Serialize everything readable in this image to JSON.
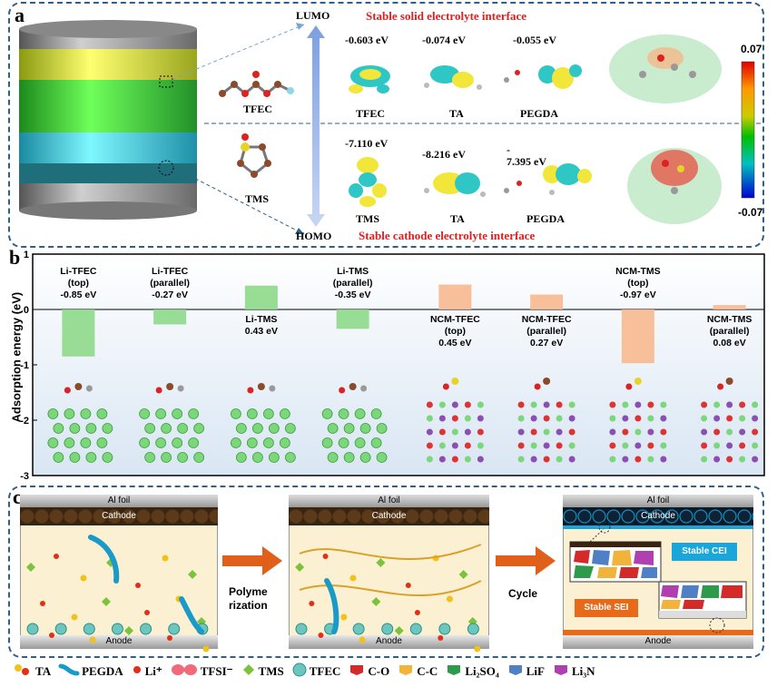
{
  "panel_a": {
    "label": "a",
    "lumo": "LUMO",
    "homo": "HOMO",
    "sei_title": "Stable solid electrolyte interface",
    "cei_title": "Stable cathode electrolyte interface",
    "mol_tfec": "TFEC",
    "mol_tms": "TMS",
    "lumo_items": [
      {
        "energy": "-0.603 eV",
        "name": "TFEC"
      },
      {
        "energy": "-0.074 eV",
        "name": "TA"
      },
      {
        "energy": "-0.055 eV",
        "name": "PEGDA"
      }
    ],
    "homo_items": [
      {
        "energy": "-7.110 eV",
        "name": "TMS"
      },
      {
        "energy": "-8.216 eV",
        "name": "TA"
      },
      {
        "energy_line1": "-",
        "energy_line2": "7.395 eV",
        "name": "PEGDA"
      }
    ],
    "colorbar_max": "0.07",
    "colorbar_min": "-0.07"
  },
  "panel_b": {
    "label": "b",
    "chart_data": {
      "type": "bar",
      "ylabel": "Adsorption energy (eV)",
      "ylim": [
        -3,
        1
      ],
      "yticks": [
        "1",
        "0",
        "-1",
        "-2",
        "-3"
      ],
      "bars": [
        {
          "line1": "Li-TFEC",
          "line2": "(top)",
          "value_label": "-0.85 eV",
          "value": -0.85,
          "color": "#8ed98a"
        },
        {
          "line1": "Li-TFEC",
          "line2": "(parallel)",
          "value_label": "-0.27 eV",
          "value": -0.27,
          "color": "#8ed98a"
        },
        {
          "line1": "Li-TMS",
          "line2": "",
          "value_label": "0.43 eV",
          "value": 0.43,
          "color": "#8ed98a"
        },
        {
          "line1": "Li-TMS",
          "line2": "(parallel)",
          "value_label": "-0.35 eV",
          "value": -0.35,
          "color": "#8ed98a"
        },
        {
          "line1": "NCM-TFEC",
          "line2": "(top)",
          "value_label": "0.45 eV",
          "value": 0.45,
          "color": "#f7b98f"
        },
        {
          "line1": "NCM-TFEC",
          "line2": "(parallel)",
          "value_label": "0.27 eV",
          "value": 0.27,
          "color": "#f7b98f"
        },
        {
          "line1": "NCM-TMS",
          "line2": "(top)",
          "value_label": "-0.97 eV",
          "value": -0.97,
          "color": "#f7b98f"
        },
        {
          "line1": "NCM-TMS",
          "line2": "(parallel)",
          "value_label": "0.08 eV",
          "value": 0.08,
          "color": "#f7b98f"
        }
      ]
    }
  },
  "panel_c": {
    "label": "c",
    "al_foil": "Al foil",
    "cathode": "Cathode",
    "anode": "Anode",
    "arrow1": "Polyme\nrization",
    "arrow2": "Cycle",
    "cei": "Stable CEI",
    "sei": "Stable SEI"
  },
  "legend": [
    {
      "name": "TA",
      "icon": "ta-icon"
    },
    {
      "name": "PEGDA",
      "icon": "pegda-icon"
    },
    {
      "name": "Li⁺",
      "icon": "li-ion-icon"
    },
    {
      "name": "TFSI⁻",
      "icon": "tfsi-icon"
    },
    {
      "name": "TMS",
      "icon": "tms-icon"
    },
    {
      "name": "TFEC",
      "icon": "tfec-icon"
    },
    {
      "name": "C-O",
      "icon": "c-o-icon",
      "color": "#d42a2a"
    },
    {
      "name": "C-C",
      "icon": "c-c-icon",
      "color": "#f2b33a"
    },
    {
      "name": "Li₂SO₄",
      "icon": "li2so4-icon",
      "color": "#2e9a4b"
    },
    {
      "name": "LiF",
      "icon": "lif-icon",
      "color": "#4f7fc4"
    },
    {
      "name": "Li₃N",
      "icon": "li3n-icon",
      "color": "#b03fb0"
    }
  ]
}
